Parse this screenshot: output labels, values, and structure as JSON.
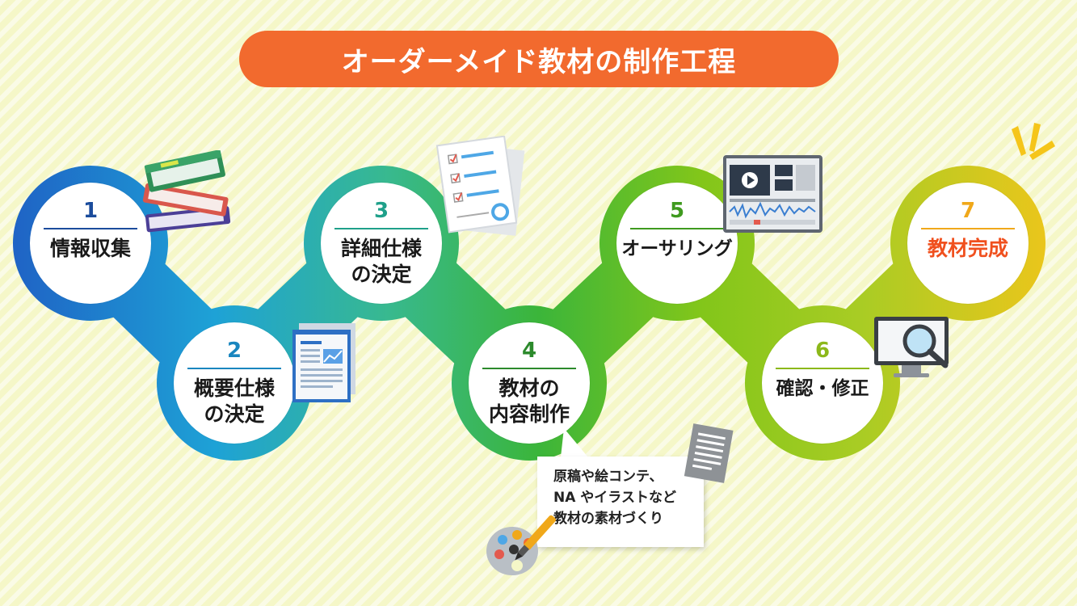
{
  "title": "オーダーメイド教材の制作工程",
  "steps": [
    {
      "number": "1",
      "lines": [
        "情報収集"
      ],
      "color": "#1b4c9c"
    },
    {
      "number": "2",
      "lines": [
        "概要仕様",
        "の決定"
      ],
      "color": "#1a86bf"
    },
    {
      "number": "3",
      "lines": [
        "詳細仕様",
        "の決定"
      ],
      "color": "#1fa08a"
    },
    {
      "number": "4",
      "lines": [
        "教材の",
        "内容制作"
      ],
      "color": "#2c8a2c"
    },
    {
      "number": "5",
      "lines": [
        "オーサリング"
      ],
      "color": "#3f9a1f"
    },
    {
      "number": "6",
      "lines": [
        "確認・修正"
      ],
      "color": "#8cb81a"
    },
    {
      "number": "7",
      "lines": [
        "教材完成"
      ],
      "color": "#f0a81a"
    }
  ],
  "callout": {
    "lines": [
      "原稿や絵コンテ、",
      "NA やイラストなど",
      "教材の素材づくり"
    ]
  },
  "icons": {
    "step1": "books-icon",
    "step2": "document-icon",
    "step3": "checklist-icon",
    "step4_note": "text-document-icon",
    "step4_palette": "palette-brush-icon",
    "step5": "video-editor-icon",
    "step6": "monitor-magnifier-icon",
    "step7": "sparkle-icon"
  },
  "colors": {
    "title_bg": "#f26a2e",
    "path_start": "#1f63c4",
    "path_mid": "#36b87a",
    "path_green": "#7cc41c",
    "path_end": "#f2c71a",
    "final_label": "#f0501e"
  }
}
